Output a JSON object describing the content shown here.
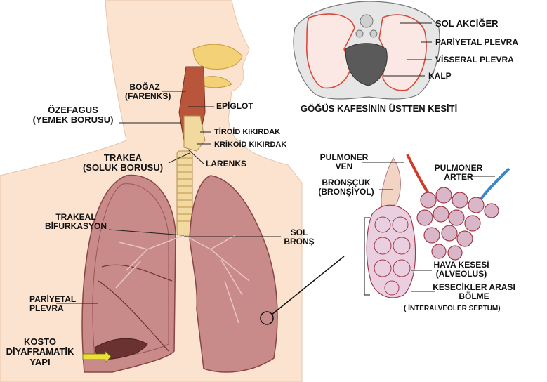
{
  "labels": {
    "bogaz": "BOĞAZ",
    "farenks": "(FARENKS)",
    "ozefagus": "ÖZEFAGUS",
    "yemek_borusu": "(YEMEK BORUSU)",
    "epiglot": "EPİGLOT",
    "tiroid": "TİROİD KIKIRDAK",
    "krikoid": "KRİKOİD KIKIRDAK",
    "trakea": "TRAKEA",
    "soluk_borusu": "(SOLUK BORUSU)",
    "larenks": "LARENKS",
    "trakeal": "TRAKEAL",
    "bifurkasyon": "BİFURKASYON",
    "sol": "SOL",
    "brons": "BRONŞ",
    "pariyetal_1": "PARİYETAL",
    "plevra_1": "PLEVRA",
    "kosto": "KOSTO",
    "diyaframatik": "DİYAFRAMATİK",
    "yapi": "YAPI",
    "sol_akciger": "SOL AKCİĞER",
    "pariyetal_plevra": "PARİYETAL PLEVRA",
    "visseral_plevra": "VİSSERAL PLEVRA",
    "kalp": "KALP",
    "section_title": "GÖĞÜS KAFESİNİN ÜSTTEN KESİTİ",
    "pulmoner_ven_1": "PULMONER",
    "pulmoner_ven_2": "VEN",
    "pulmoner_arter_1": "PULMONER",
    "pulmoner_arter_2": "ARTER",
    "bronscuk": "BRONŞÇUK",
    "bronsiyol": "(BRONŞİYOL)",
    "hava_kesesi": "HAVA KESESİ",
    "alveolus": "(ALVEOLUS)",
    "kesecikler": "KESECİKLER ARASI",
    "bolme": "BÖLME",
    "septum": "( İNTERALVEOLER SEPTUM)"
  },
  "colors": {
    "skin": "#fbe3d0",
    "lung": "#c98a8a",
    "lung_dark": "#9c5555",
    "trachea": "#f2d9a0",
    "throat": "#b8553a",
    "artery": "#3a86c6",
    "vein": "#d23b2b",
    "alveoli": "#d9b7c8",
    "pleura": "#d94a3a",
    "heart": "#5a5a5a",
    "leader": "#222222",
    "arrow": "#e8e23a"
  }
}
